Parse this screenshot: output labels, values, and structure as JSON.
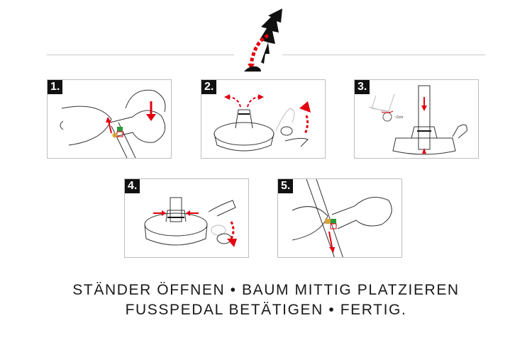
{
  "colors": {
    "accent": "#e3000f",
    "ink": "#111111",
    "frame": "#bdbdbd",
    "green": "#2a9a3a",
    "amber": "#d9a33b"
  },
  "header": {
    "icon": "tree-insert-icon"
  },
  "steps": [
    {
      "number": "1."
    },
    {
      "number": "2."
    },
    {
      "number": "3.",
      "note": "~2cm"
    },
    {
      "number": "4."
    },
    {
      "number": "5."
    }
  ],
  "caption": {
    "line1": "STÄNDER ÖFFNEN • BAUM MITTIG PLATZIEREN",
    "line2": "FUSSPEDAL BETÄTIGEN • FERTIG."
  }
}
